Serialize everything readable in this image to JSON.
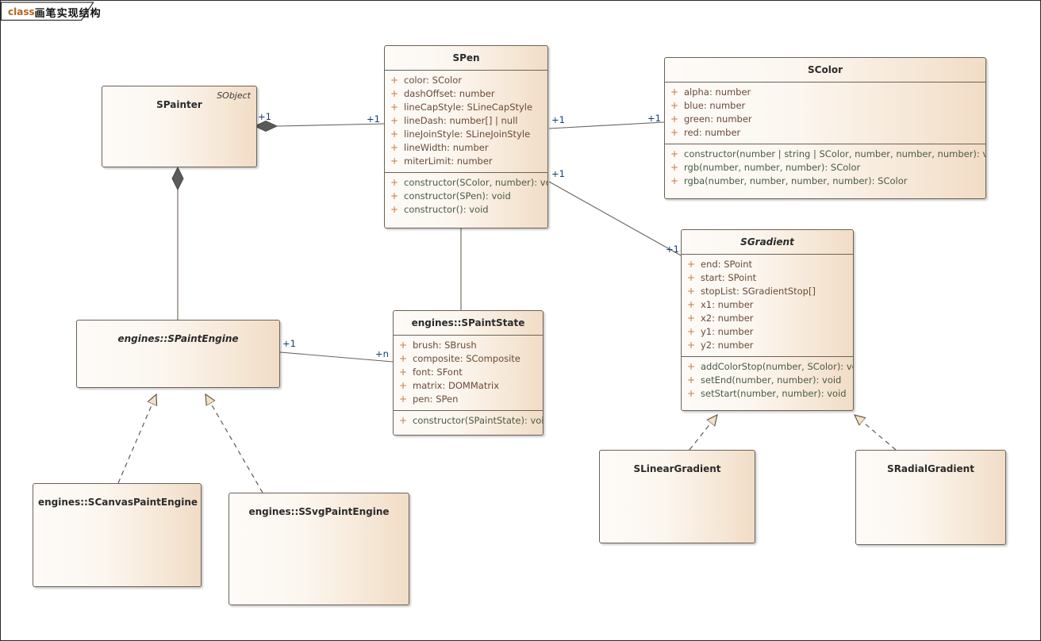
{
  "diagram": {
    "keyword": "class",
    "name": "画笔实现结构",
    "accent": "#b5651d",
    "box_border": "#6b6257",
    "label_color": "#16406b"
  },
  "classes": {
    "spainter": {
      "name": "SPainter",
      "stereotype": "SObject",
      "attributes": [],
      "operations": []
    },
    "spen": {
      "name": "SPen",
      "attributes": [
        "color: SColor",
        "dashOffset: number",
        "lineCapStyle: SLineCapStyle",
        "lineDash: number[] | null",
        "lineJoinStyle: SLineJoinStyle",
        "lineWidth: number",
        "miterLimit: number"
      ],
      "operations": [
        "constructor(SColor, number): void",
        "constructor(SPen): void",
        "constructor(): void"
      ]
    },
    "scolor": {
      "name": "SColor",
      "attributes": [
        "alpha: number",
        "blue: number",
        "green: number",
        "red: number"
      ],
      "operations": [
        "constructor(number | string | SColor, number, number, number): void",
        "rgb(number, number, number): SColor",
        "rgba(number, number, number, number): SColor"
      ]
    },
    "sgradient": {
      "name": "SGradient",
      "attributes": [
        "end: SPoint",
        "start: SPoint",
        "stopList: SGradientStop[]",
        "x1: number",
        "x2: number",
        "y1: number",
        "y2: number"
      ],
      "operations": [
        "addColorStop(number, SColor): void",
        "setEnd(number, number): void",
        "setStart(number, number): void"
      ]
    },
    "spaintengine": {
      "name": "engines::SPaintEngine",
      "attributes": [],
      "operations": []
    },
    "spaintstate": {
      "name": "engines::SPaintState",
      "attributes": [
        "brush: SBrush",
        "composite: SComposite",
        "font: SFont",
        "matrix: DOMMatrix",
        "pen: SPen"
      ],
      "operations": [
        "constructor(SPaintState): void"
      ]
    },
    "scanvaspaintengine": {
      "name": "engines::SCanvasPaintEngine",
      "attributes": [],
      "operations": []
    },
    "ssvgpaintengine": {
      "name": "engines::SSvgPaintEngine",
      "attributes": [],
      "operations": []
    },
    "slineargradient": {
      "name": "SLinearGradient",
      "attributes": [],
      "operations": []
    },
    "sradialgradient": {
      "name": "SRadialGradient",
      "attributes": [],
      "operations": []
    }
  },
  "multiplicities": {
    "painter_pen_source": "+1",
    "painter_pen_target": "+1",
    "pen_color_source": "+1",
    "pen_color_target": "+1",
    "pen_gradient_source": "+1",
    "pen_gradient_target": "+1",
    "engine_state_source": "+1",
    "engine_state_target": "+n"
  }
}
